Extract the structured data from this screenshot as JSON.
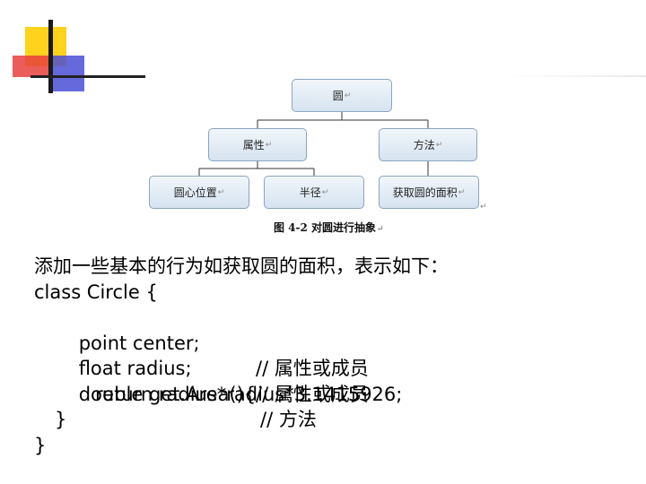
{
  "diagram": {
    "root": "圆",
    "attributes": "属性",
    "methods": "方法",
    "center": "圆心位置",
    "radius": "半径",
    "area": "获取圆的面积",
    "caption": "图 4-2 对圆进行抽象"
  },
  "text": {
    "intro": "添加一些基本的行为如获取圆的面积，表示如下：",
    "line1": "class Circle {",
    "line2_code": "point center;",
    "line2_comment": "// 属性或成员",
    "line3_code": "float radius;",
    "line3_comment": "// 属性或成员",
    "line4_code": "double get.Area(){",
    "line4_comment": "// 方法",
    "line5": "return radius*radius*3.1415926;",
    "line6": "}",
    "line7": "}"
  },
  "colors": {
    "deco_yellow": "#ffd21e",
    "deco_red": "#e8413d",
    "deco_blue": "#4b4fd6",
    "node_border": "#8aa4bf",
    "node_fill": "#d6e3f0"
  }
}
